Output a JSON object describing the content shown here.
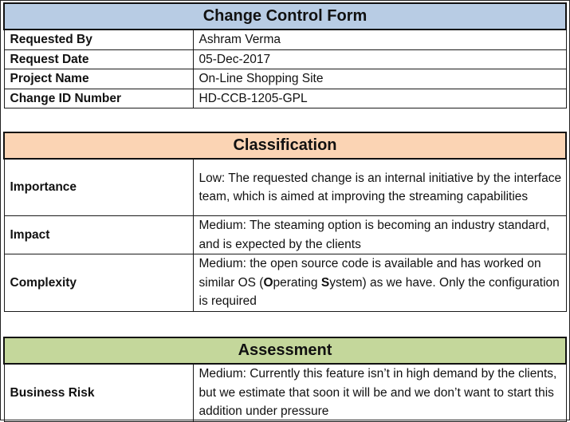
{
  "colors": {
    "title_header_bg": "#B8CCE4",
    "classification_header_bg": "#FBD4B4",
    "assessment_header_bg": "#C4D79B",
    "border": "#1a1a1a"
  },
  "change_control": {
    "title": "Change Control Form",
    "rows": [
      {
        "label": "Requested By",
        "value": "Ashram Verma"
      },
      {
        "label": "Request Date",
        "value": "05-Dec-2017"
      },
      {
        "label": "Project Name",
        "value": "On-Line Shopping Site"
      },
      {
        "label": "Change ID Number",
        "value": "HD-CCB-1205-GPL"
      }
    ]
  },
  "classification": {
    "title": "Classification",
    "rows": [
      {
        "label": "Importance",
        "value": "Low: The requested change is an internal initiative by the interface team, which is aimed at improving the streaming capabilities"
      },
      {
        "label": "Impact",
        "value": "Medium: The steaming option is becoming an industry standard, and is expected by the clients"
      },
      {
        "label": "Complexity",
        "value_parts": {
          "p1": "Medium: the open source code is available and has worked on similar OS (",
          "b1": "O",
          "p2": "perating ",
          "b2": "S",
          "p3": "ystem) as we have. Only the configuration is required"
        }
      }
    ]
  },
  "assessment": {
    "title": "Assessment",
    "rows": [
      {
        "label": "Business Risk",
        "value": "Medium: Currently this feature isn’t in high demand by the clients, but we estimate that soon it will be and we don’t want to start this addition under pressure"
      }
    ]
  }
}
